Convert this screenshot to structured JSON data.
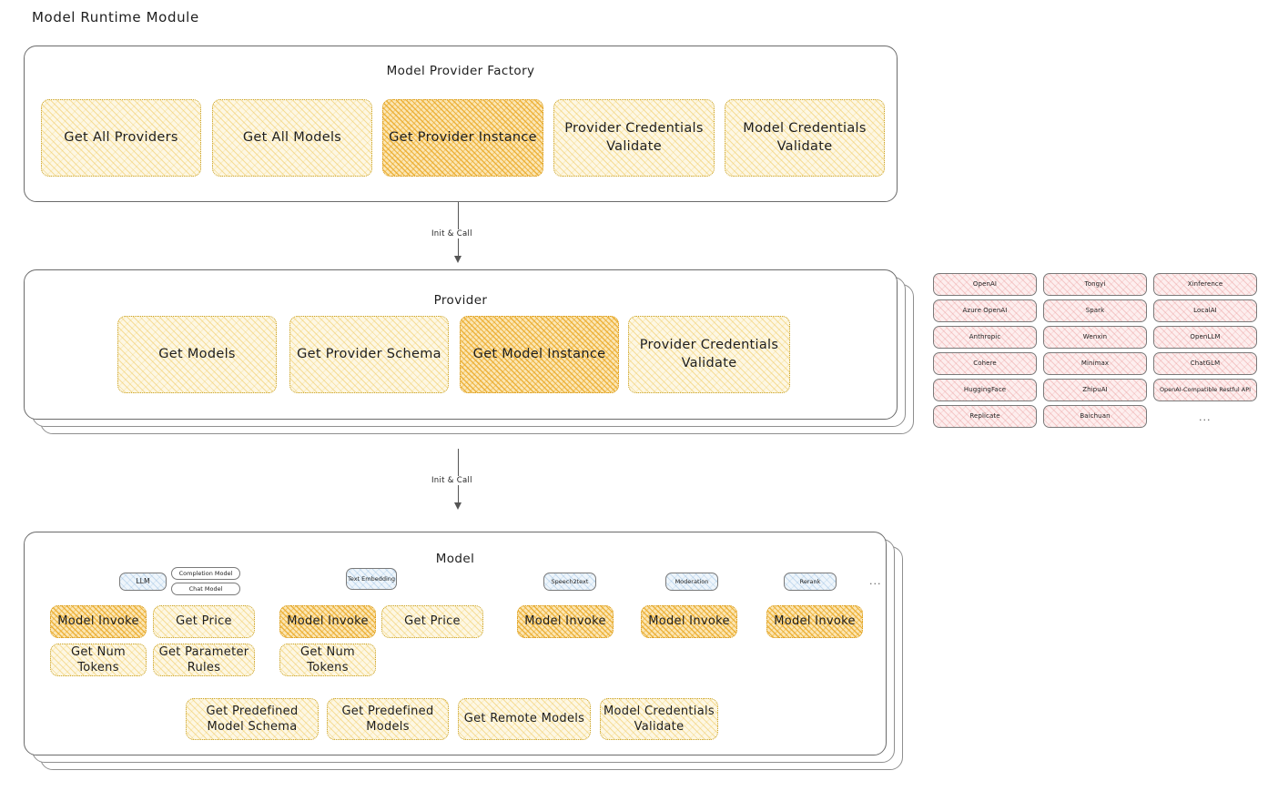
{
  "page": {
    "title": "Model Runtime Module"
  },
  "factory": {
    "title": "Model Provider Factory",
    "nodes": [
      {
        "label": "Get All Providers",
        "highlight": false
      },
      {
        "label": "Get All Models",
        "highlight": false
      },
      {
        "label": "Get Provider Instance",
        "highlight": true
      },
      {
        "label": "Provider Credentials Validate",
        "highlight": false
      },
      {
        "label": "Model Credentials Validate",
        "highlight": false
      }
    ]
  },
  "arrows": [
    {
      "label": "Init & Call"
    },
    {
      "label": "Init & Call"
    }
  ],
  "provider": {
    "title": "Provider",
    "nodes": [
      {
        "label": "Get Models",
        "highlight": false
      },
      {
        "label": "Get Provider Schema",
        "highlight": false
      },
      {
        "label": "Get Model Instance",
        "highlight": true
      },
      {
        "label": "Provider Credentials Validate",
        "highlight": false
      }
    ]
  },
  "provider_list": {
    "columns": [
      [
        "OpenAI",
        "Azure OpenAI",
        "Anthropic",
        "Cohere",
        "HuggingFace",
        "Replicate"
      ],
      [
        "Tongyi",
        "Spark",
        "Wenxin",
        "Minimax",
        "ZhipuAI",
        "Baichuan"
      ],
      [
        "Xinference",
        "LocalAI",
        "OpenLLM",
        "ChatGLM",
        "OpenAI-Compatible Restful API"
      ]
    ],
    "more": "..."
  },
  "model": {
    "title": "Model",
    "more": "...",
    "types": [
      {
        "name": "LLM",
        "sub": [
          "Completion Model",
          "Chat Model"
        ],
        "ops": [
          {
            "label": "Model Invoke",
            "highlight": true
          },
          {
            "label": "Get Price",
            "highlight": false
          },
          {
            "label": "Get Num Tokens",
            "highlight": false
          },
          {
            "label": "Get Parameter Rules",
            "highlight": false
          }
        ]
      },
      {
        "name": "Text Embedding",
        "sub": [],
        "ops": [
          {
            "label": "Model Invoke",
            "highlight": true
          },
          {
            "label": "Get Price",
            "highlight": false
          },
          {
            "label": "Get Num Tokens",
            "highlight": false
          }
        ]
      },
      {
        "name": "Speech2text",
        "sub": [],
        "ops": [
          {
            "label": "Model Invoke",
            "highlight": true
          }
        ]
      },
      {
        "name": "Moderation",
        "sub": [],
        "ops": [
          {
            "label": "Model Invoke",
            "highlight": true
          }
        ]
      },
      {
        "name": "Rerank",
        "sub": [],
        "ops": [
          {
            "label": "Model Invoke",
            "highlight": true
          }
        ]
      }
    ],
    "common_ops": [
      {
        "label": "Get Predefined Model Schema"
      },
      {
        "label": "Get Predefined Models"
      },
      {
        "label": "Get Remote Models"
      },
      {
        "label": "Model Credentials Validate"
      }
    ]
  },
  "colors": {
    "node_light": "#fdf7e3",
    "node_highlight": "#fbe6b4",
    "provider_chip": "#fdeeee",
    "badge_blue": "#eef5fb",
    "stroke": "#6b6b6b"
  }
}
